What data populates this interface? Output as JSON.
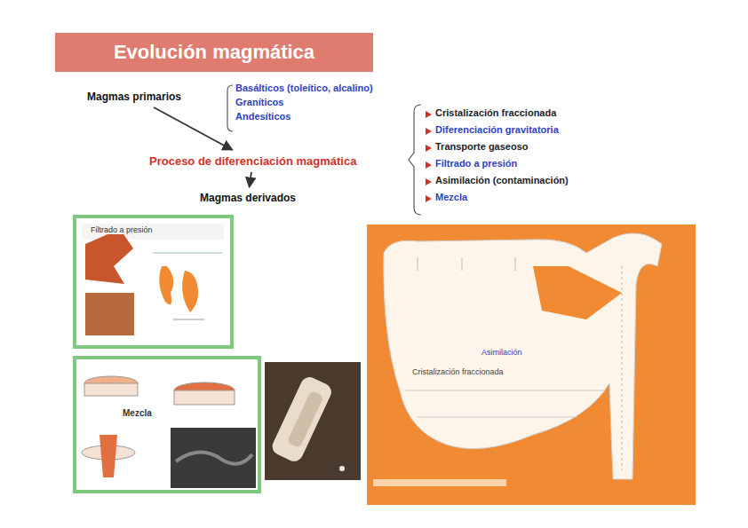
{
  "diagram": {
    "title": "Evolución magmática",
    "nodes": [
      {
        "text": [
          "Magmas primarios"
        ]
      },
      {
        "text": [
          "Proceso de diferenciación magmática"
        ]
      },
      {
        "text": [
          "Magmas derivados"
        ]
      }
    ],
    "edges": [
      {
        "from": 0,
        "to": 1,
        "arrow": "to"
      },
      {
        "from": 1,
        "to": 2,
        "arrow": "to"
      }
    ],
    "labels": [
      "Basálticos (toleítico, alcalino)",
      "Graníticos",
      "Andesíticos",
      "Cristalización fraccionada",
      "Diferenciación gravitatoria",
      "Transporte gaseoso",
      "Filtrado a presión",
      "Asimilación (contaminación)",
      "Mezcla",
      "Filtrado a presión",
      "Mezcla",
      "Asimilación",
      "Cristalización fraccionada"
    ]
  }
}
